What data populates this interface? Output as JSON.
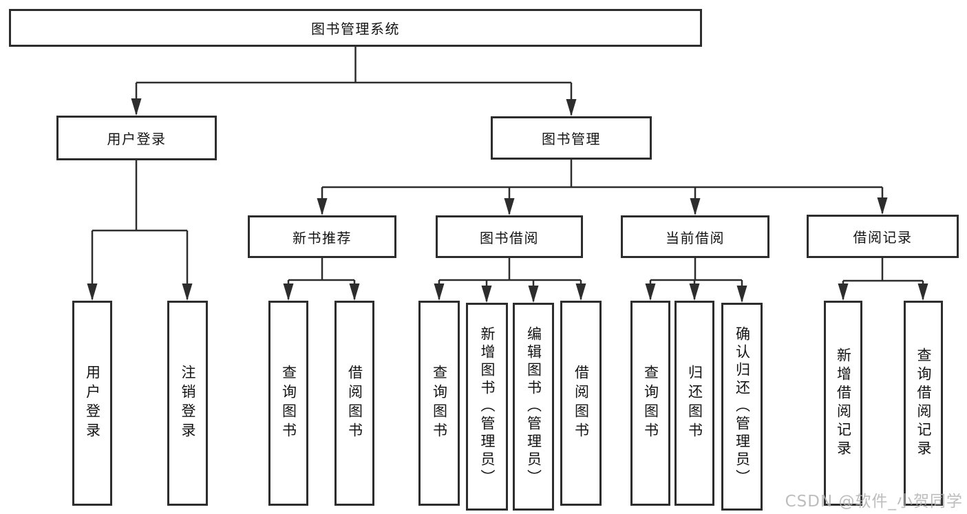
{
  "diagram": {
    "type": "org-tree",
    "title": "图书管理系统",
    "watermark": "CSDN @软件_小贺同学",
    "colors": {
      "background": "#ffffff",
      "line": "#2d2d2d",
      "box_border": "#2d2d2d",
      "text": "#141414",
      "watermark": "#b2b2b2"
    },
    "nodes": {
      "root": {
        "label": "图书管理系统",
        "children": [
          "user_login",
          "book_mgmt"
        ]
      },
      "user_login": {
        "label": "用户登录",
        "children": [
          "login",
          "logout"
        ]
      },
      "book_mgmt": {
        "label": "图书管理",
        "children": [
          "new_book_rec",
          "book_borrow",
          "current_borrow",
          "borrow_records"
        ]
      },
      "login": {
        "label": "用户登录"
      },
      "logout": {
        "label": "注销登录"
      },
      "new_book_rec": {
        "label": "新书推荐",
        "children": [
          "nb_query",
          "nb_borrow"
        ]
      },
      "book_borrow": {
        "label": "图书借阅",
        "children": [
          "bb_query",
          "bb_add",
          "bb_edit",
          "bb_borrow"
        ]
      },
      "current_borrow": {
        "label": "当前借阅",
        "children": [
          "cb_query",
          "cb_return",
          "cb_confirm"
        ]
      },
      "borrow_records": {
        "label": "借阅记录",
        "children": [
          "br_add",
          "br_query"
        ]
      },
      "nb_query": {
        "label": "查询图书"
      },
      "nb_borrow": {
        "label": "借阅图书"
      },
      "bb_query": {
        "label": "查询图书"
      },
      "bb_add": {
        "label": "新增图书（管理员）"
      },
      "bb_edit": {
        "label": "编辑图书（管理员）"
      },
      "bb_borrow": {
        "label": "借阅图书"
      },
      "cb_query": {
        "label": "查询图书"
      },
      "cb_return": {
        "label": "归还图书"
      },
      "cb_confirm": {
        "label": "确认归还（管理员）"
      },
      "br_add": {
        "label": "新增借阅记录"
      },
      "br_query": {
        "label": "查询借阅记录"
      }
    }
  }
}
